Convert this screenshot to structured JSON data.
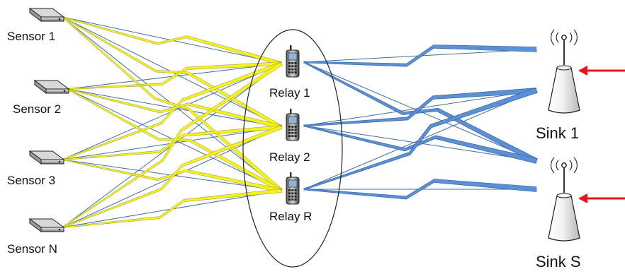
{
  "sensors": [
    {
      "label": "Sensor 1"
    },
    {
      "label": "Sensor 2"
    },
    {
      "label": "Sensor 3"
    },
    {
      "label": "Sensor N"
    }
  ],
  "relays": [
    {
      "label": "Relay 1"
    },
    {
      "label": "Relay 2"
    },
    {
      "label": "Relay R"
    }
  ],
  "sinks": [
    {
      "label": "Sink 1"
    },
    {
      "label": "Sink S"
    }
  ],
  "colors": {
    "sensor_link": "#f7f218",
    "sensor_link_edge": "#8e8e4a",
    "thin_link": "#3c6ea8",
    "relay_link": "#5b8fd6",
    "relay_link_edge": "#2d5c9a",
    "arrow": "#e8141b",
    "ellipse": "#222222"
  },
  "icons": {
    "sensor": "sensor-device-icon",
    "relay": "mobile-phone-icon",
    "sink": "antenna-tower-icon"
  }
}
